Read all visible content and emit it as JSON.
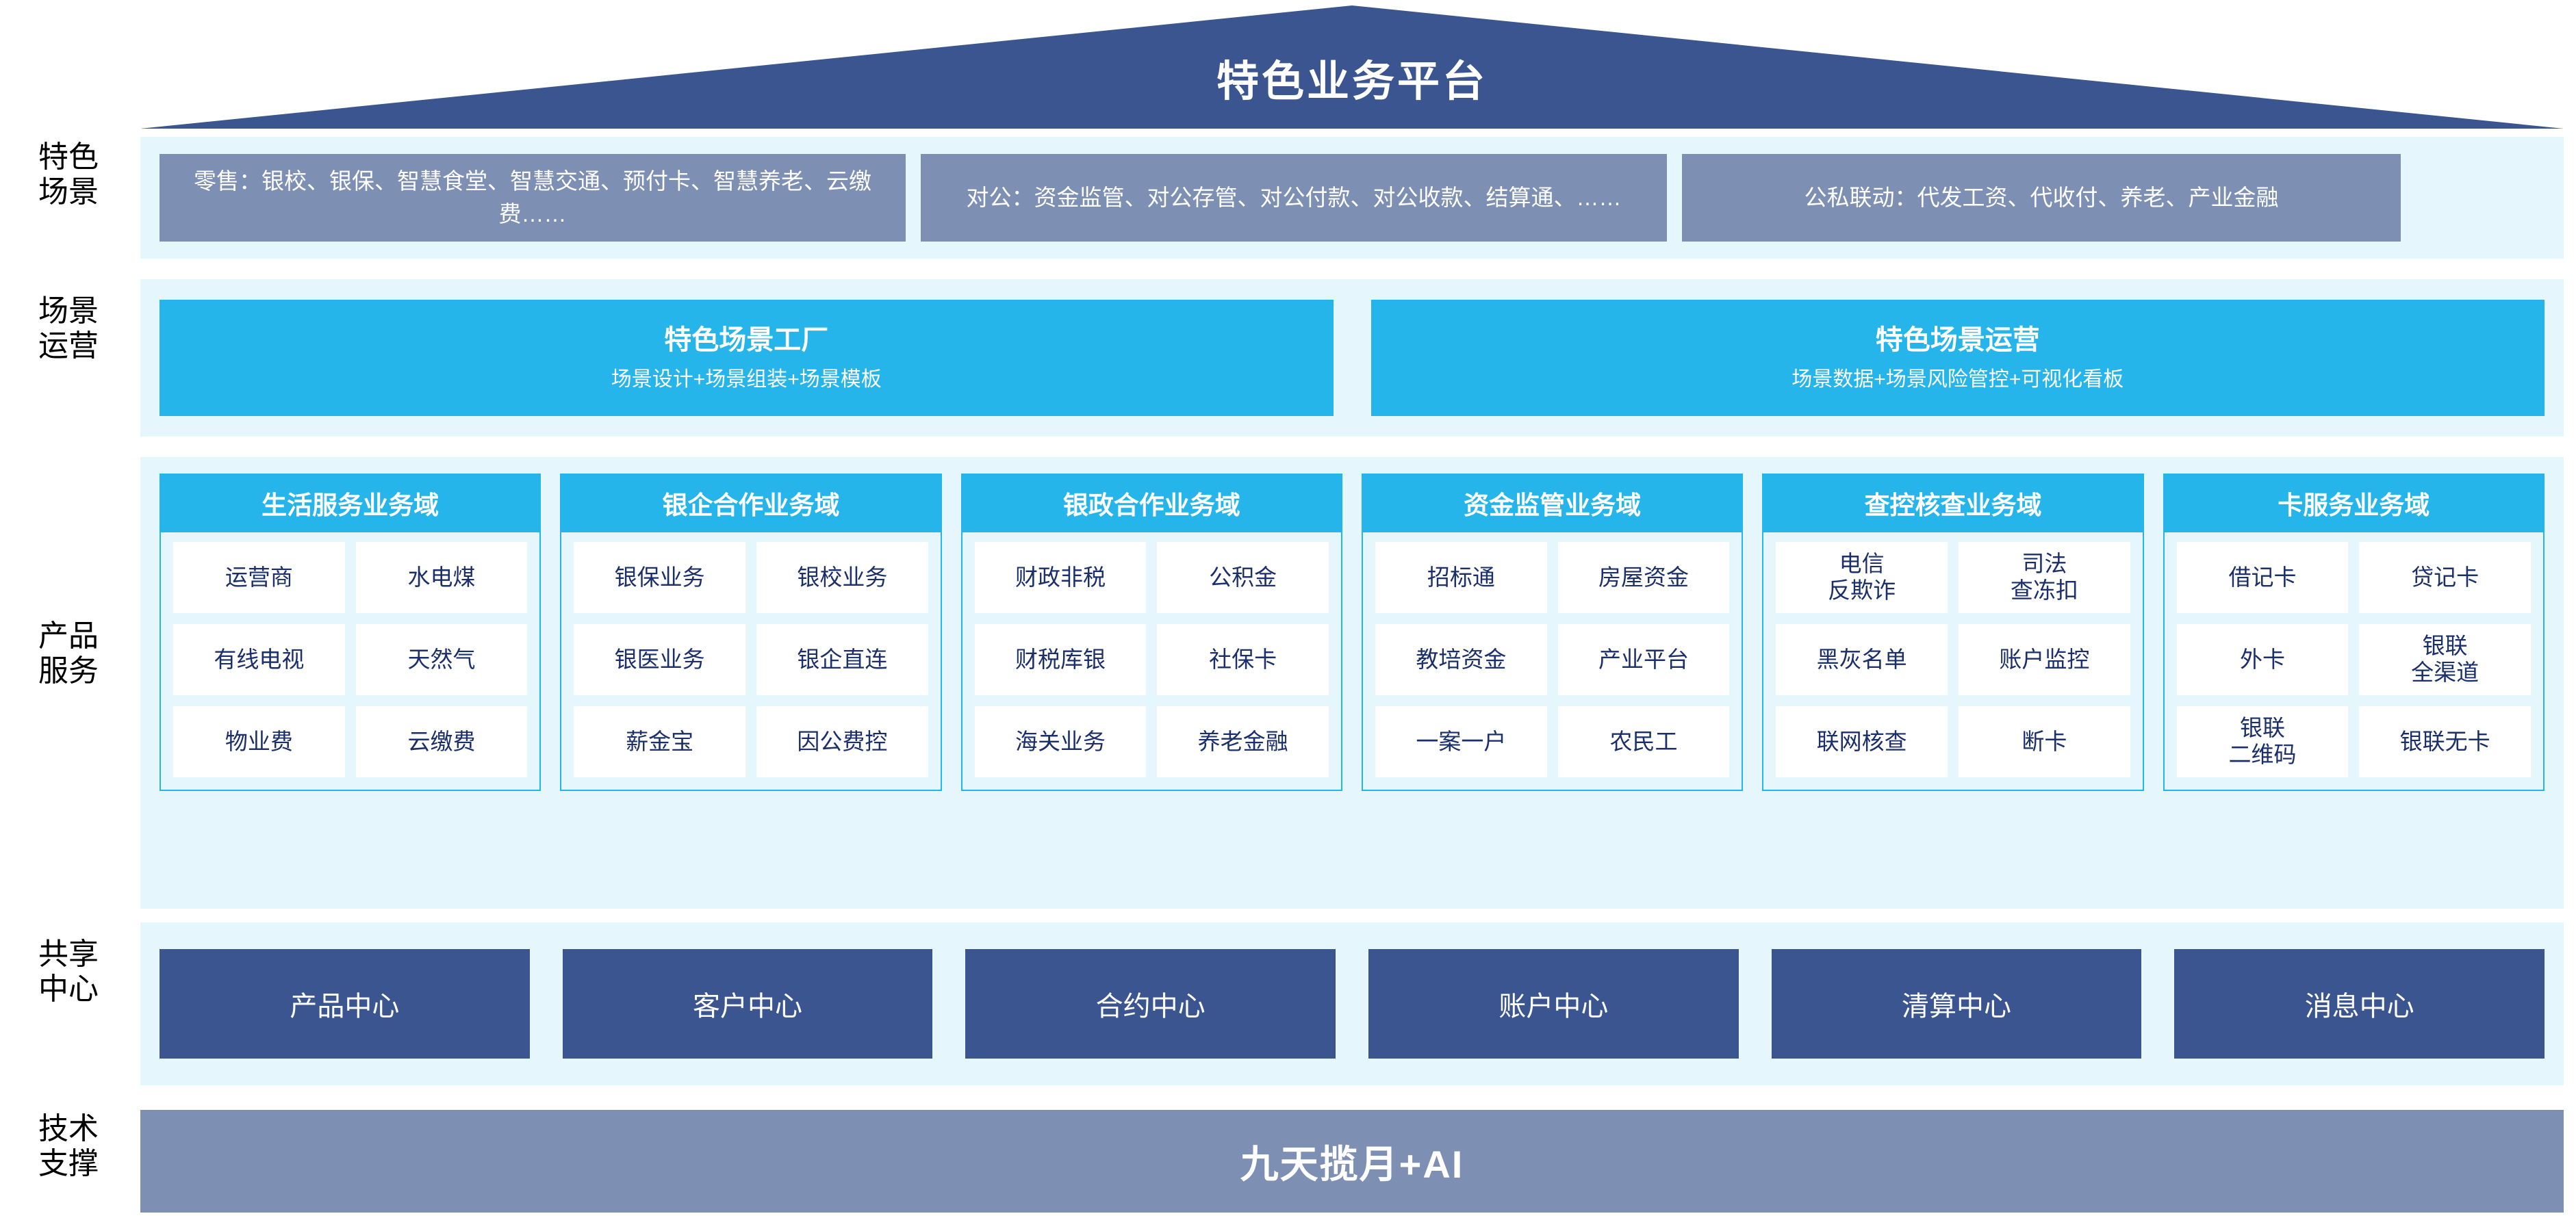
{
  "header": {
    "title": "特色业务平台"
  },
  "rail": {
    "labels": [
      "特色\n场景",
      "场景\n运营",
      "产品\n服务",
      "共享\n中心",
      "技术\n支撑"
    ]
  },
  "scenes": {
    "items": [
      "零售：银校、银保、智慧食堂、智慧交通、预付卡、智慧养老、云缴费……",
      "对公：资金监管、对公存管、对公付款、对公收款、结算通、……",
      "公私联动：代发工资、代收付、养老、产业金融"
    ]
  },
  "operations": {
    "items": [
      {
        "title": "特色场景工厂",
        "subtitle": "场景设计+场景组装+场景模板"
      },
      {
        "title": "特色场景运营",
        "subtitle": "场景数据+场景风险管控+可视化看板"
      }
    ]
  },
  "product_services": {
    "domains": [
      {
        "title": "生活服务业务域",
        "rows": [
          [
            "运营商",
            "水电煤"
          ],
          [
            "有线电视",
            "天然气"
          ],
          [
            "物业费",
            "云缴费"
          ]
        ]
      },
      {
        "title": "银企合作业务域",
        "rows": [
          [
            "银保业务",
            "银校业务"
          ],
          [
            "银医业务",
            "银企直连"
          ],
          [
            "薪金宝",
            "因公费控"
          ]
        ]
      },
      {
        "title": "银政合作业务域",
        "rows": [
          [
            "财政非税",
            "公积金"
          ],
          [
            "财税库银",
            "社保卡"
          ],
          [
            "海关业务",
            "养老金融"
          ]
        ]
      },
      {
        "title": "资金监管业务域",
        "rows": [
          [
            "招标通",
            "房屋资金"
          ],
          [
            "教培资金",
            "产业平台"
          ],
          [
            "一案一户",
            "农民工"
          ]
        ]
      },
      {
        "title": "查控核查业务域",
        "rows": [
          [
            "电信\n反欺诈",
            "司法\n查冻扣"
          ],
          [
            "黑灰名单",
            "账户监控"
          ],
          [
            "联网核查",
            "断卡"
          ]
        ]
      },
      {
        "title": "卡服务业务域",
        "rows": [
          [
            "借记卡",
            "贷记卡"
          ],
          [
            "外卡",
            "银联\n全渠道"
          ],
          [
            "银联\n二维码",
            "银联无卡"
          ]
        ]
      }
    ]
  },
  "shared_centers": {
    "items": [
      "产品中心",
      "客户中心",
      "合约中心",
      "账户中心",
      "清算中心",
      "消息中心"
    ]
  },
  "tech_support": {
    "label": "九天揽月+AI"
  },
  "colors": {
    "roof": "#3a558f",
    "scene_box": "#7d8fb3",
    "accent_blue": "#26b5ea",
    "band_bg": "#e6f6fd",
    "center_box": "#3a558f",
    "tech_bar": "#7d8fb3",
    "cell_text": "#1a2f6b"
  }
}
